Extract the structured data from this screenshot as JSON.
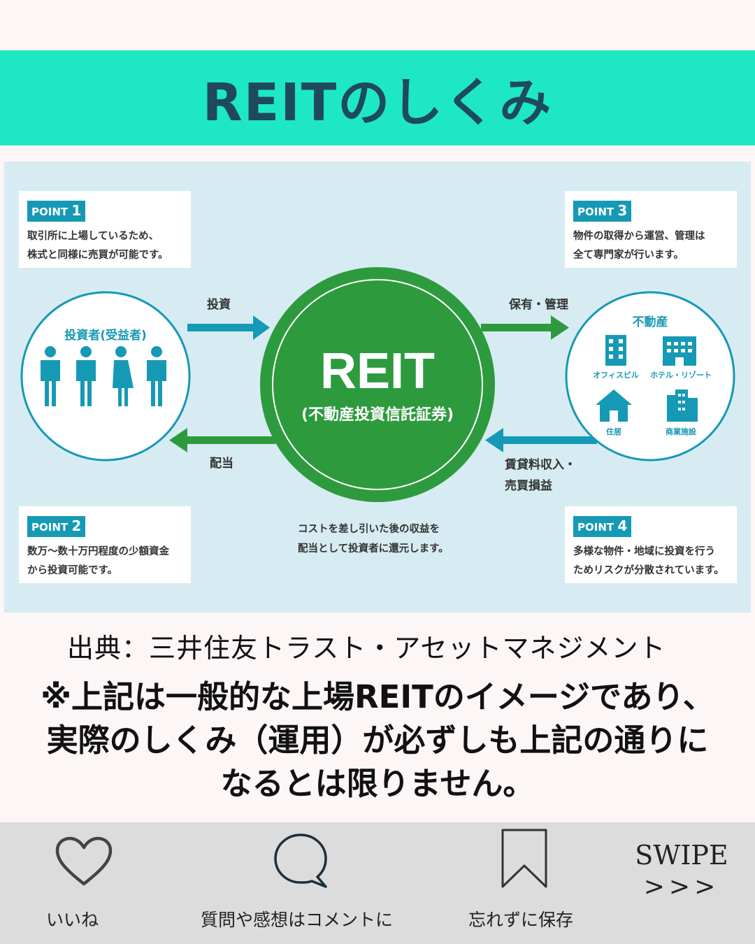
{
  "title": "REITのしくみ",
  "diagram": {
    "investor_label": "投資者(受益者)",
    "reit_main": "REIT",
    "reit_sub": "(不動産投資信託証券)",
    "arrows": {
      "invest": "投資",
      "dividend": "配当",
      "hold_manage": "保有・管理",
      "income_line1": "賃貸料収入・",
      "income_line2": "売買損益"
    },
    "real_estate": {
      "title": "不動産",
      "items": [
        "オフィスビル",
        "ホテル・リゾート",
        "住居",
        "商業施設"
      ]
    },
    "points": [
      {
        "tag": "POINT",
        "num": "1",
        "line1": "取引所に上場しているため、",
        "line2": "株式と同様に売買が可能です。"
      },
      {
        "tag": "POINT",
        "num": "2",
        "line1": "数万〜数十万円程度の少額資金",
        "line2": "から投資可能です。"
      },
      {
        "tag": "POINT",
        "num": "3",
        "line1": "物件の取得から運営、管理は",
        "line2": "全て専門家が行います。"
      },
      {
        "tag": "POINT",
        "num": "4",
        "line1": "多様な物件・地域に投資を行う",
        "line2": "ためリスクが分散されています。"
      }
    ],
    "center_note_line1": "コストを差し引いた後の収益を",
    "center_note_line2": "配当として投資者に還元します。"
  },
  "source": "出典：三井住友トラスト・アセットマネジメント",
  "disclaimer": {
    "line1": "※上記は一般的な上場REITのイメージであり、",
    "line2": "実際のしくみ（運用）が必ずしも上記の通りに",
    "line3": "なるとは限りません。"
  },
  "bottom_bar": {
    "like_label": "いいね",
    "comment_label": "質問や感想はコメントに",
    "save_label": "忘れずに保存",
    "swipe_word": "SWIPE",
    "swipe_arrows": ">>>"
  },
  "colors": {
    "banner": "#1ee8c3",
    "title_text": "#1e4a5c",
    "diagram_bg": "#d6ecf2",
    "reit_green": "#2e9a3e",
    "teal": "#1699b5"
  }
}
